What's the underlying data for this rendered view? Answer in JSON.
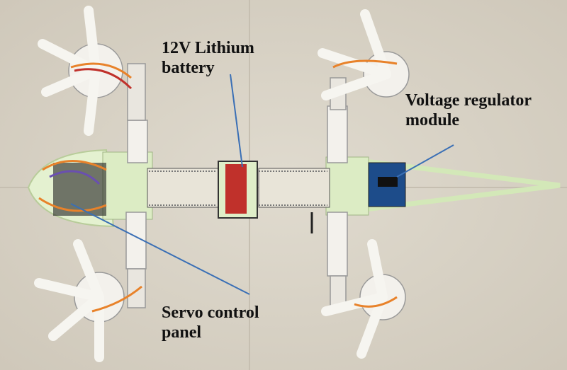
{
  "annotations": {
    "battery": [
      "12V Lithium",
      "battery"
    ],
    "regulator": [
      "Voltage regulator",
      "module"
    ],
    "servo_panel": [
      "Servo control",
      "panel"
    ]
  },
  "colors": {
    "floor": "#d9d3c6",
    "frame": "#dff0c8",
    "leader_line": "#3a6fb5"
  }
}
